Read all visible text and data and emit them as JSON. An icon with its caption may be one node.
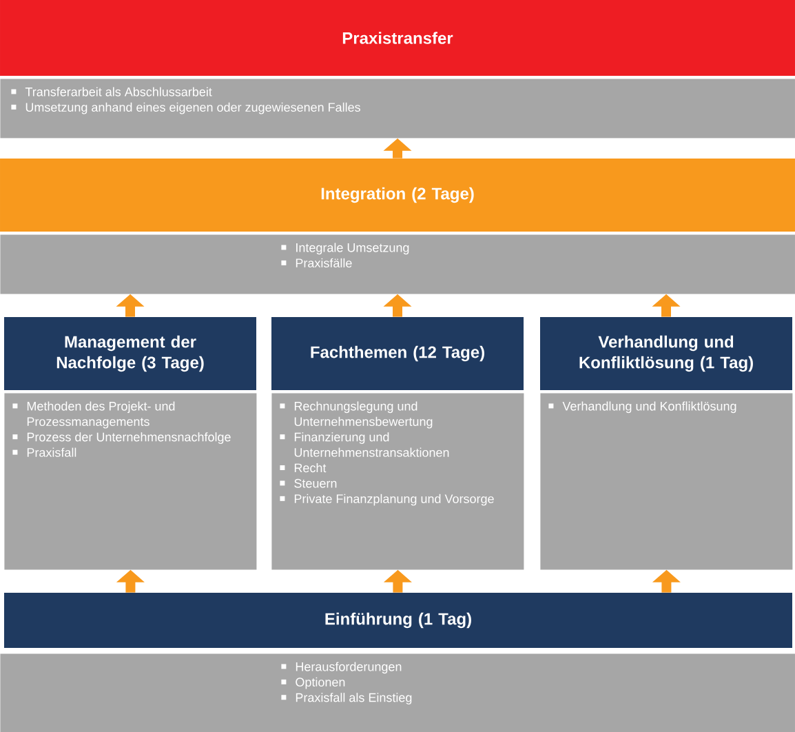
{
  "diagram": {
    "nodes": [
      {
        "text": [
          "Praxistransfer"
        ]
      },
      {
        "text": [
          "Transferarbeit als Abschlussarbeit",
          "Umsetzung anhand eines eigenen oder zugewiesenen Falles"
        ]
      },
      {
        "text": [
          "Integration (2 Tage)"
        ]
      },
      {
        "text": [
          "Integrale Umsetzung",
          "Praxisfälle"
        ]
      },
      {
        "text": [
          "Management der Nachfolge (3 Tage)"
        ]
      },
      {
        "text": [
          "Fachthemen (12 Tage)"
        ]
      },
      {
        "text": [
          "Verhandlung und Konfliktlösung (1 Tag)"
        ]
      },
      {
        "text": [
          "Methoden des Projekt- und Prozessmanagements",
          "Prozess der Unternehmensnachfolge",
          "Praxisfall"
        ]
      },
      {
        "text": [
          "Rechnungslegung und Unternehmensbewertung",
          "Finanzierung und Unternehmenstransaktionen",
          "Recht",
          "Steuern",
          "Private Finanzplanung und Vorsorge"
        ]
      },
      {
        "text": [
          "Verhandlung und Konfliktlösung"
        ]
      },
      {
        "text": [
          "Einführung (1 Tag)"
        ]
      },
      {
        "text": [
          "Herausforderungen",
          "Optionen",
          "Praxisfall als Einstieg"
        ]
      }
    ],
    "edges": [
      {
        "from": 2,
        "to": 1,
        "arrow": "to"
      },
      {
        "from": 4,
        "to": 3,
        "arrow": "to"
      },
      {
        "from": 5,
        "to": 3,
        "arrow": "to"
      },
      {
        "from": 6,
        "to": 3,
        "arrow": "to"
      },
      {
        "from": 10,
        "to": 7,
        "arrow": "to"
      },
      {
        "from": 10,
        "to": 8,
        "arrow": "to"
      },
      {
        "from": 10,
        "to": 9,
        "arrow": "to"
      }
    ]
  }
}
